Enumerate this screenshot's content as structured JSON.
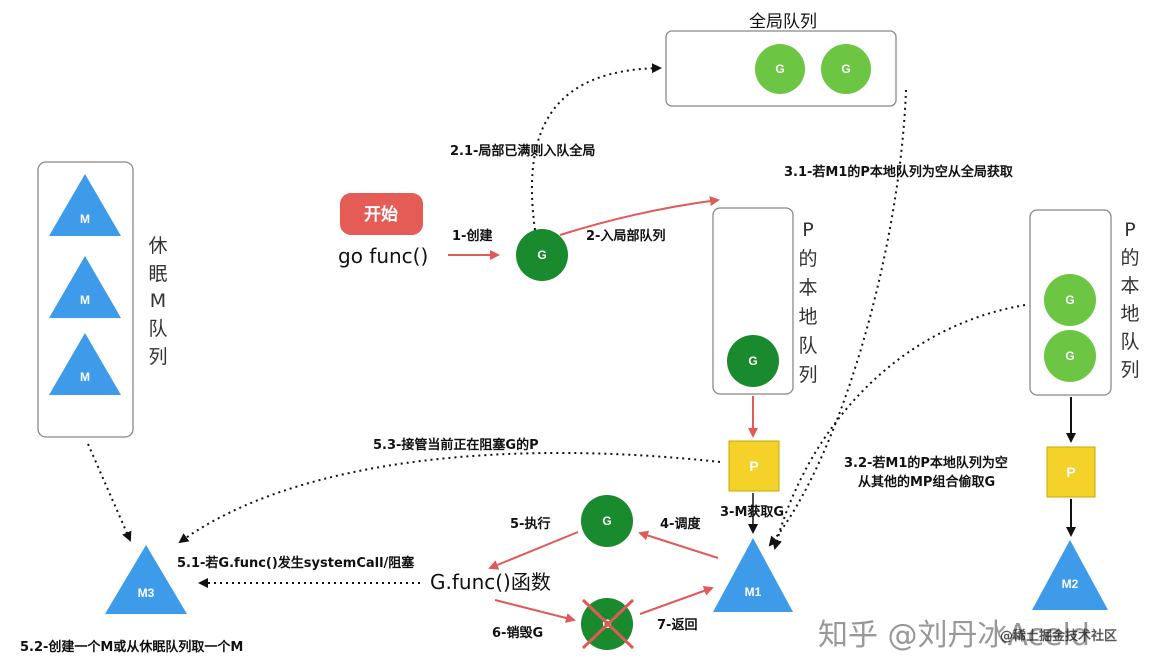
{
  "global_queue": {
    "title": "全局队列",
    "g_label": "G"
  },
  "start": {
    "button": "开始",
    "code": "go func()"
  },
  "g_label": "G",
  "m_label": "M",
  "p_label": "P",
  "sleep_queue": {
    "label_chars": [
      "休",
      "眠",
      "M",
      "队",
      "列"
    ]
  },
  "local_queue_chars": [
    "P",
    "的",
    "本",
    "地",
    "队",
    "列"
  ],
  "m1_label": "M1",
  "m2_label": "M2",
  "m3_label": "M3",
  "gfunc": "G.func()函数",
  "steps": {
    "create": "1-创建",
    "enqueue_local": "2-入局部队列",
    "enqueue_global": "2.1-局部已满则入队全局",
    "get_g": "3-M获取G",
    "from_global": "3.1-若M1的P本地队列为空从全局获取",
    "steal_line1": "3.2-若M1的P本地队列为空",
    "steal_line2": "从其他的MP组合偷取G",
    "schedule": "4-调度",
    "execute": "5-执行",
    "syscall": "5.1-若G.func()发生systemCall/阻塞",
    "new_m": "5.2-创建一个M或从休眠队列取一个M",
    "take_over": "5.3-接管当前正在阻塞G的P",
    "destroy": "6-销毁G",
    "return": "7-返回"
  },
  "watermark": {
    "left": "知乎 @刘丹冰Aceld",
    "right": "@稀土掘金技术社区"
  },
  "colors": {
    "g_light": "#6cc644",
    "g_dark": "#1a8a2e",
    "m_blue": "#3d9be9",
    "p_yellow": "#f5d22a",
    "red_arrow": "#e05a5a",
    "start_red": "#e55b56"
  }
}
